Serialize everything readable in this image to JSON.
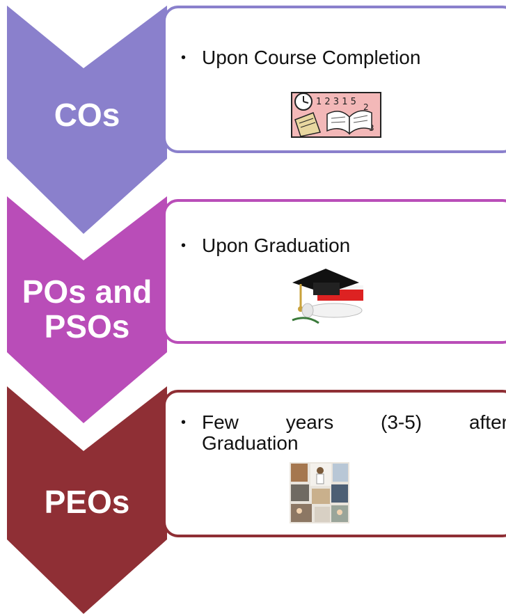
{
  "stages": [
    {
      "label": "COs",
      "bullet": "Upon Course Completion",
      "color": "#8a80cc",
      "icon": "clock-book-icon"
    },
    {
      "label_line1": "POs and",
      "label_line2": "PSOs",
      "bullet": "Upon Graduation",
      "color": "#b94db8",
      "icon": "graduation-cap-diploma-icon"
    },
    {
      "label": "PEOs",
      "bullet_words": [
        "Few",
        "years",
        "(3-5)",
        "after"
      ],
      "bullet_line2": "Graduation",
      "color": "#8f2f35",
      "icon": "office-collage-icon"
    }
  ]
}
